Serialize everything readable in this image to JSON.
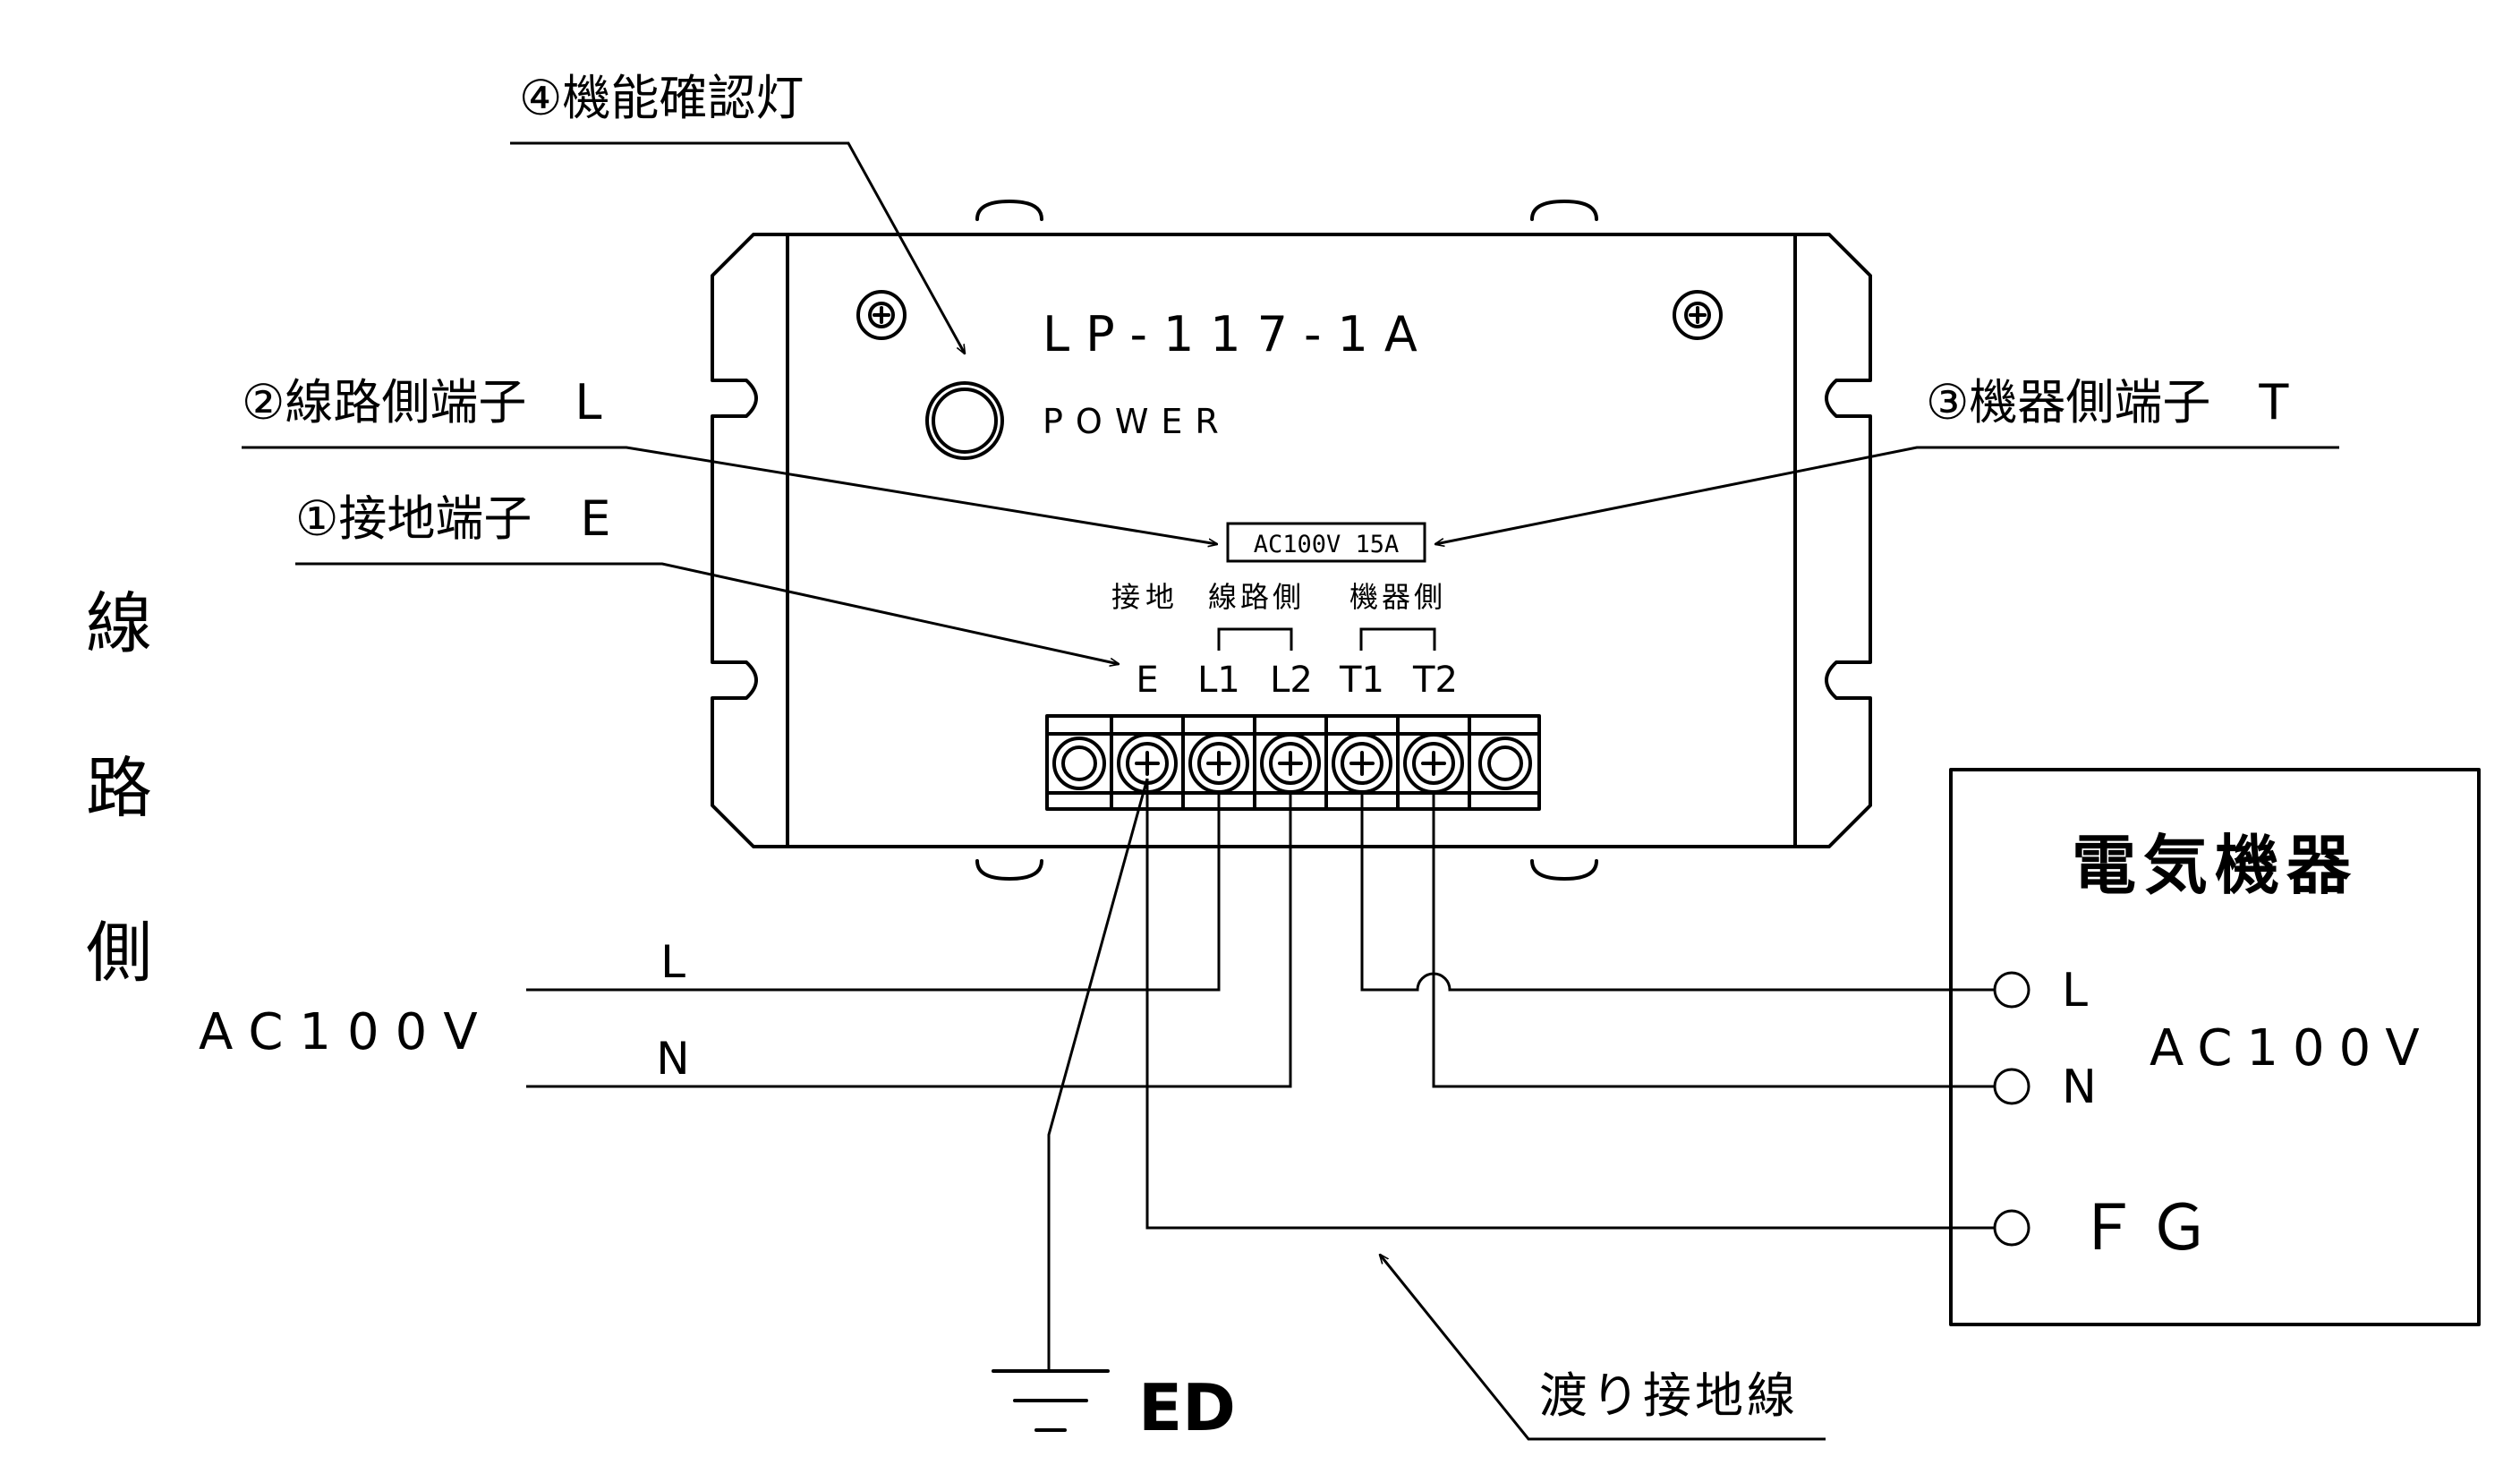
{
  "device": {
    "model": "LP-117-1A",
    "power_label": "POWER",
    "rating": "AC100V  15A"
  },
  "callouts": {
    "indicator": "④機能確認灯",
    "line_terminal": "②線路側端子　L",
    "equipment_terminal": "③機器側端子　T",
    "ground_terminal": "①接地端子　E"
  },
  "terminal_groups": {
    "ground": "接地",
    "line": "線路側",
    "equipment": "機器側"
  },
  "terminals": [
    "E",
    "L1",
    "L2",
    "T1",
    "T2"
  ],
  "line_side": {
    "label": [
      "線",
      "路",
      "側"
    ],
    "voltage": "AC100V",
    "wire_l": "L",
    "wire_n": "N"
  },
  "equipment": {
    "title": "電気機器",
    "voltage": "AC100V",
    "l": "L",
    "n": "N",
    "fg": "ＦＧ"
  },
  "ground": {
    "label": "ED",
    "bonding_wire": "渡り接地線"
  }
}
